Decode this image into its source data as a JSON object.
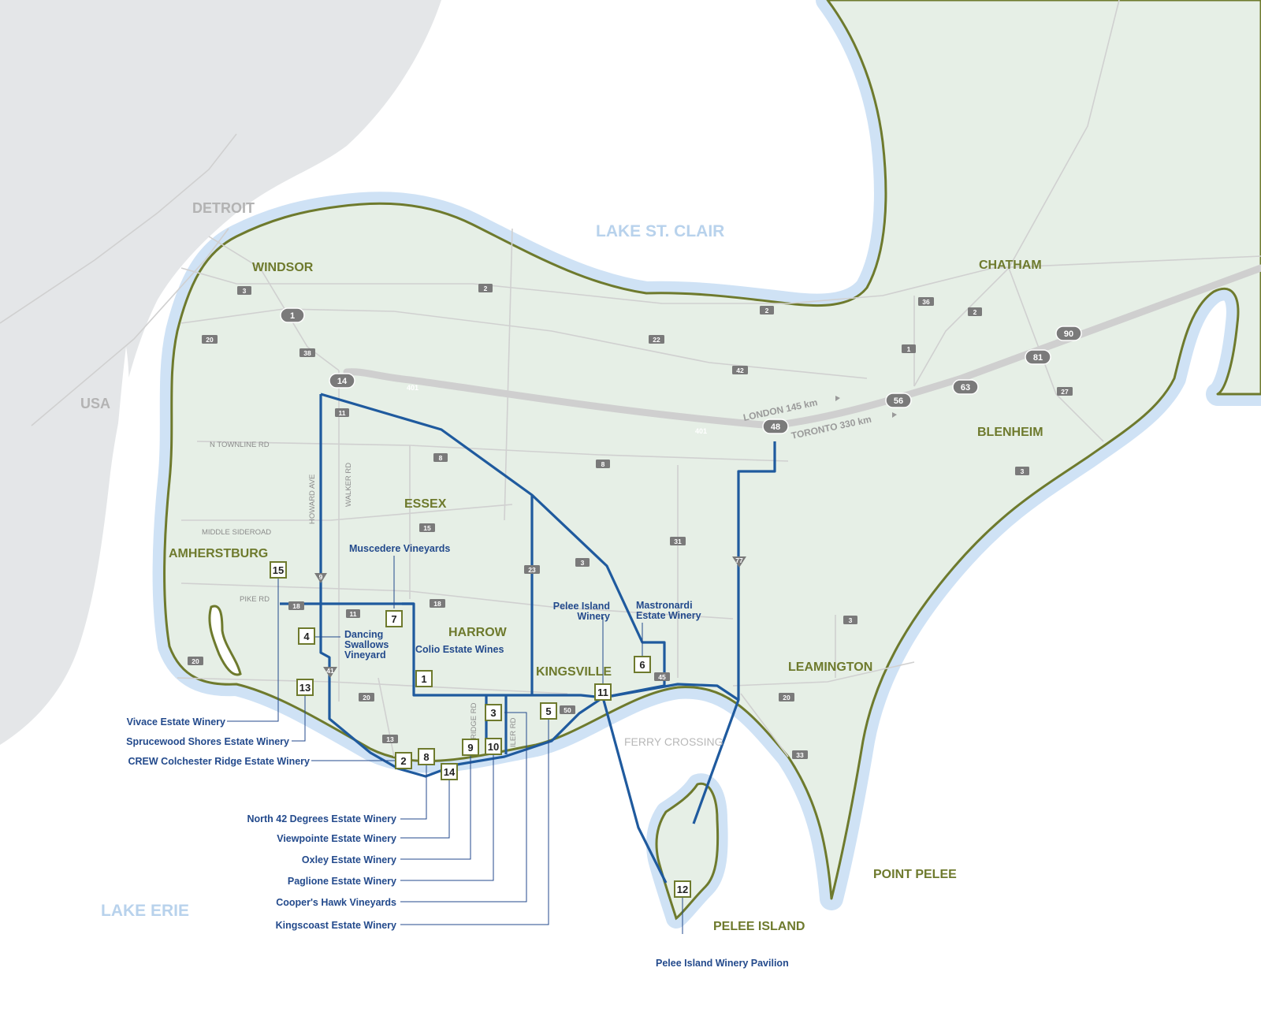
{
  "water": {
    "lake_st_clair": "LAKE ST. CLAIR",
    "lake_erie": "LAKE ERIE"
  },
  "usa": {
    "detroit": "DETROIT",
    "usa": "USA"
  },
  "towns": {
    "windsor": "WINDSOR",
    "chatham": "CHATHAM",
    "blenheim": "BLENHEIM",
    "essex": "ESSEX",
    "amherstburg": "AMHERSTBURG",
    "harrow": "HARROW",
    "kingsville": "KINGSVILLE",
    "leamington": "LEAMINGTON",
    "point_pelee": "POINT PELEE",
    "pelee_island": "PELEE ISLAND"
  },
  "roads": {
    "n_townline": "N TOWNLINE RD",
    "middle_sideroad": "MIDDLE SIDEROAD",
    "pike_rd": "PIKE RD",
    "howard_ave": "HOWARD AVE",
    "walker_rd": "WALKER RD",
    "ridge_rd": "RIDGE RD",
    "iler_rd": "ILER RD"
  },
  "distances": {
    "london": "LONDON 145 km",
    "toronto": "TORONTO 330 km"
  },
  "ferry_crossing": "FERRY CROSSING",
  "highways": {
    "h401": "401",
    "h1": "1",
    "h14": "14",
    "h48": "48",
    "h56": "56",
    "h63": "63",
    "h81": "81",
    "h90": "90"
  },
  "county_roads": {
    "r3a": "3",
    "r2a": "2",
    "r20a": "20",
    "r38": "38",
    "r11a": "11",
    "r22": "22",
    "r42": "42",
    "r2b": "2",
    "r36": "36",
    "r2c": "2",
    "r1": "1",
    "r27": "27",
    "r8a": "8",
    "r8b": "8",
    "r15": "15",
    "r31": "31",
    "r23": "23",
    "r3b": "3",
    "r18a": "18",
    "r18b": "18",
    "r11b": "11",
    "r20b": "20",
    "r20c": "20",
    "r13": "13",
    "r45": "45",
    "r50": "50",
    "r3c": "3",
    "r3d": "3",
    "r33": "33",
    "r20d": "20",
    "r9": "9",
    "r41": "41",
    "r77": "77"
  },
  "wineries": [
    {
      "num": "1",
      "name": "Colio Estate Wines"
    },
    {
      "num": "2",
      "name": "CREW Colchester Ridge Estate Winery"
    },
    {
      "num": "3",
      "name": "Cooper's Hawk Vineyards"
    },
    {
      "num": "4",
      "name_lines": [
        "Dancing",
        "Swallows",
        "Vineyard"
      ]
    },
    {
      "num": "5",
      "name": "Kingscoast Estate Winery"
    },
    {
      "num": "6",
      "name_lines": [
        "Mastronardi",
        "Estate Winery"
      ]
    },
    {
      "num": "7",
      "name": "Muscedere Vineyards"
    },
    {
      "num": "8",
      "name": "North 42 Degrees Estate Winery"
    },
    {
      "num": "9",
      "name": "Oxley Estate Winery"
    },
    {
      "num": "10",
      "name": "Paglione Estate Winery"
    },
    {
      "num": "11",
      "name_lines": [
        "Pelee Island",
        "Winery"
      ]
    },
    {
      "num": "12",
      "name": "Pelee Island Winery Pavilion"
    },
    {
      "num": "13",
      "name": "Sprucewood Shores Estate Winery"
    },
    {
      "num": "14",
      "name": "Viewpointe Estate Winery"
    },
    {
      "num": "15",
      "name": "Vivace Estate Winery"
    }
  ],
  "colors": {
    "land": "#e6efe6",
    "usa_land": "#e4e6e8",
    "water_halo": "#cfe2f5",
    "shoreline": "#6e7a2d",
    "route": "#1f5a9e",
    "road": "#d3d3d3",
    "winery_text": "#234a8c",
    "town_text": "#6e7a2d"
  }
}
